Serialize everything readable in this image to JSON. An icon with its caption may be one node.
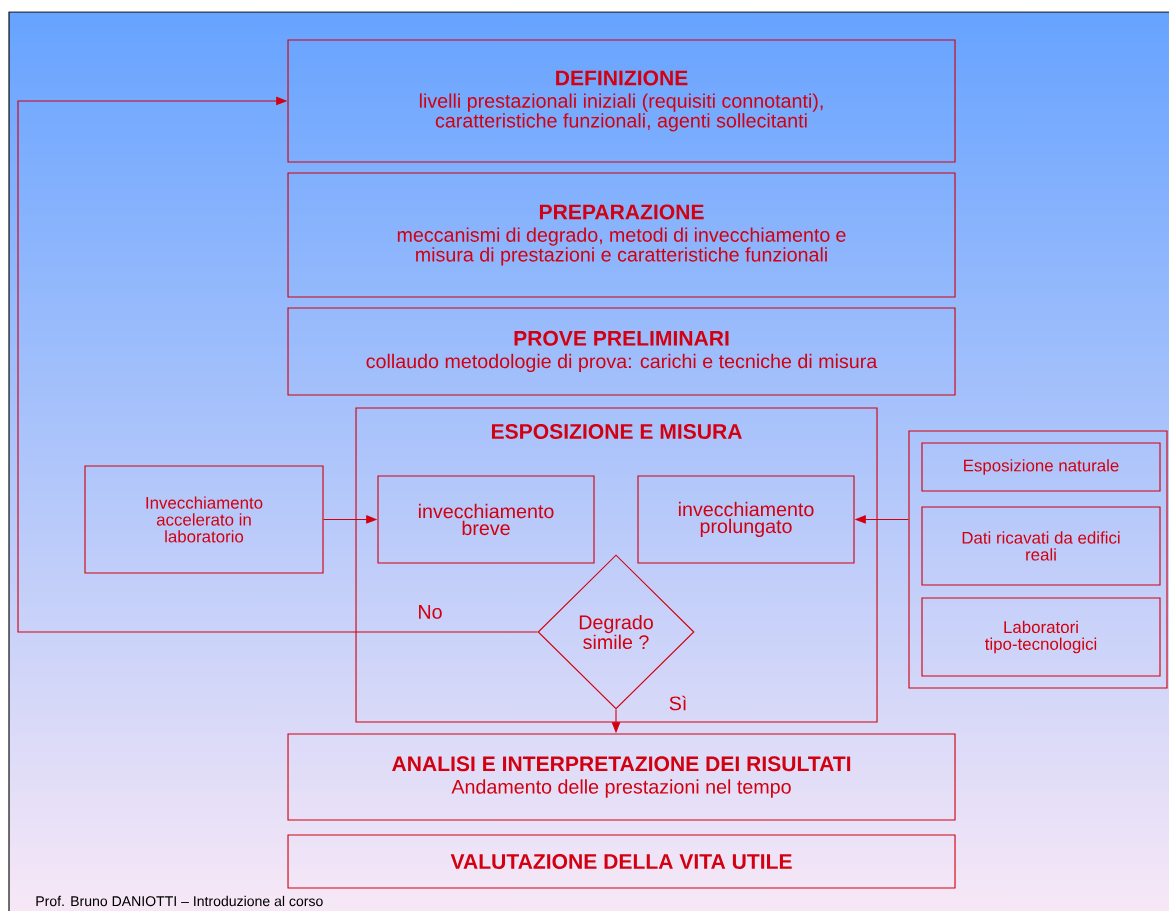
{
  "diagram": {
    "nodes": [
      {
        "text": [
          "DEFINIZIONE",
          "livelli prestazionali iniziali (requisiti connotanti), caratteristiche funzionali, agenti sollecitanti"
        ]
      },
      {
        "text": [
          "PREPARAZIONE",
          "meccanismi di degrado, metodi di invecchiamento e misura di prestazioni e caratteristiche funzionali"
        ]
      },
      {
        "text": [
          "PROVE PRELIMINARI",
          "collaudo metodologie di prova: carichi e tecniche di misura"
        ]
      },
      {
        "text": [
          "ESPOSIZIONE E MISURA"
        ]
      },
      {
        "text": [
          "invecchiamento breve"
        ],
        "in": 3
      },
      {
        "text": [
          "invecchiamento prolungato"
        ],
        "in": 3
      },
      {
        "text": [
          "Degrado simile ?"
        ],
        "in": 3
      },
      {
        "text": [
          "Invecchiamento accelerato in laboratorio"
        ]
      },
      {
        "text": [],
        "shape": "box"
      },
      {
        "text": [
          "Esposizione naturale"
        ],
        "in": 8
      },
      {
        "text": [
          "Dati ricavati da edifici reali"
        ],
        "in": 8
      },
      {
        "text": [
          "Laboratori tipo-tecnologici"
        ],
        "in": 8
      },
      {
        "text": [
          "ANALISI E INTERPRETAZIONE DEI RISULTATI",
          "Andamento delle prestazioni nel tempo"
        ]
      },
      {
        "text": [
          "VALUTAZIONE DELLA  VITA UTILE"
        ]
      }
    ],
    "edges": [
      {
        "from": 6,
        "to": 0,
        "arrow": "to",
        "label": "No"
      },
      {
        "from": 7,
        "to": 4,
        "arrow": "to"
      },
      {
        "from": 8,
        "to": 5,
        "arrow": "to"
      },
      {
        "from": 6,
        "to": 12,
        "arrow": "to",
        "label": "Sì"
      }
    ],
    "labels": [
      "Prof. Bruno DANIOTTI – Introduzione al corso"
    ]
  }
}
